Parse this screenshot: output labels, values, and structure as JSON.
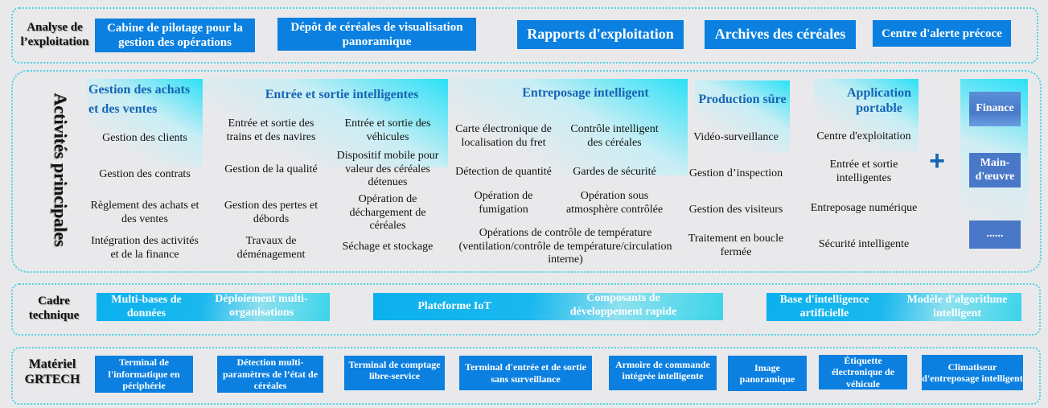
{
  "analysis": {
    "label": "Analyse de l’exploitation",
    "items": [
      "Cabine de pilotage pour la gestion des opérations",
      "Dépôt de céréales de visualisation panoramique",
      "Rapports d'exploitation",
      "Archives des céréales",
      "Centre d'alerte précoce"
    ]
  },
  "activities": {
    "label": "Activités principales",
    "purchase": {
      "title": "Gestion des achats et des ventes",
      "items": [
        "Gestion des clients",
        "Gestion des contrats",
        "Règlement des achats et des ventes",
        "Intégration des activités et de la finance"
      ]
    },
    "inout": {
      "title": "Entrée et sortie intelligentes",
      "left": [
        "Entrée et sortie des trains et des navires",
        "Gestion de la qualité",
        "Gestion des pertes et débords",
        "Travaux de déménagement"
      ],
      "right": [
        "Entrée et sortie des véhicules",
        "Dispositif mobile pour valeur des céréales détenues",
        "Opération de déchargement de céréales",
        "Séchage et stockage"
      ]
    },
    "storage": {
      "title": "Entreposage intelligent",
      "left": [
        "Carte électronique de localisation du fret",
        "Détection de quantité",
        "Opération de fumigation"
      ],
      "right": [
        "Contrôle intelligent des céréales",
        "Gardes de sécurité",
        "Opération sous atmosphère contrôlée"
      ],
      "bottom": "Opérations de contrôle de température (ventilation/contrôle de température/circulation interne)"
    },
    "safety": {
      "title": "Production sûre",
      "items": [
        "Vidéo-surveillance",
        "Gestion d’inspection",
        "Gestion des visiteurs",
        "Traitement en boucle fermée"
      ]
    },
    "mobile": {
      "title": "Application portable",
      "items": [
        "Centre d'exploitation",
        "Entrée et sortie intelligentes",
        "Entreposage numérique",
        "Sécurité intelligente"
      ]
    },
    "plus": "+",
    "extras": [
      "Finance",
      "Main-d'œuvre",
      "......"
    ]
  },
  "tech": {
    "label": "Cadre technique",
    "items": [
      "Multi-bases de données",
      "Déploiement multi-organisations",
      "Plateforme IoT",
      "Composants de développement rapide",
      "Base d'intelligence artificielle",
      "Modèle d'algorithme intelligent"
    ]
  },
  "hardware": {
    "label": "Matériel GRTECH",
    "items": [
      "Terminal de l'informatique en périphérie",
      "Détection multi-paramètres de l’état de céréales",
      "Terminal de comptage libre-service",
      "Terminal d'entrée et de sortie sans surveillance",
      "Armoire de commande intégrée intelligente",
      "Image panoramique",
      "Étiquette électronique de véhicule",
      "Climatiseur d'entreposage intelligent"
    ]
  }
}
